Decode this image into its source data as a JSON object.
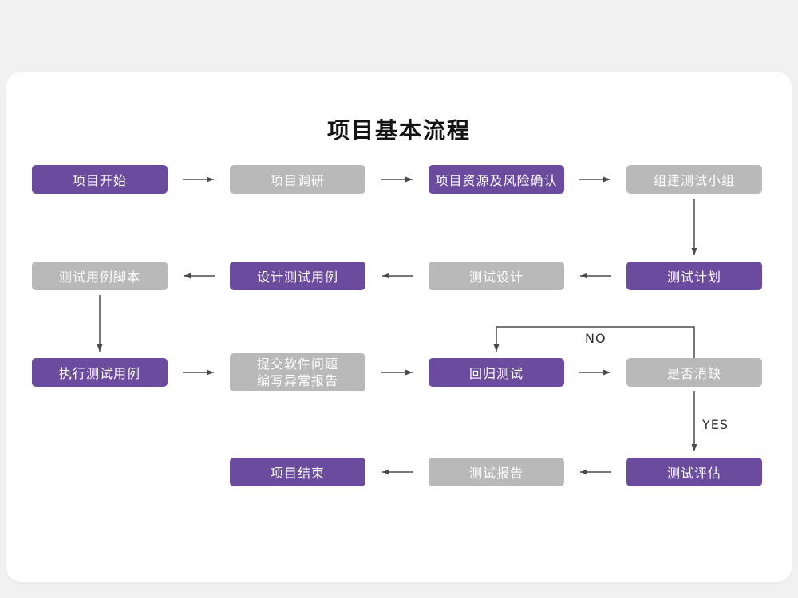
{
  "title": "项目基本流程",
  "colors": {
    "purple_node": "#6a4b9d",
    "gray_node": "#b9b9b9",
    "arrow": "#4a4a4a",
    "card_bg": "#ffffff",
    "page_bg": "#f1f1f1"
  },
  "nodes": {
    "start": "项目开始",
    "research": "项目调研",
    "risk": "项目资源及风险确认",
    "team": "组建测试小组",
    "plan": "测试计划",
    "design": "测试设计",
    "case_design": "设计测试用例",
    "script": "测试用例脚本",
    "execute": "执行测试用例",
    "issue_line1": "提交软件问题",
    "issue_line2": "编写异常报告",
    "regression": "回归测试",
    "defect_check": "是否消缺",
    "evaluate": "测试评估",
    "report": "测试报告",
    "end": "项目结束"
  },
  "edge_labels": {
    "no": "NO",
    "yes": "YES"
  }
}
